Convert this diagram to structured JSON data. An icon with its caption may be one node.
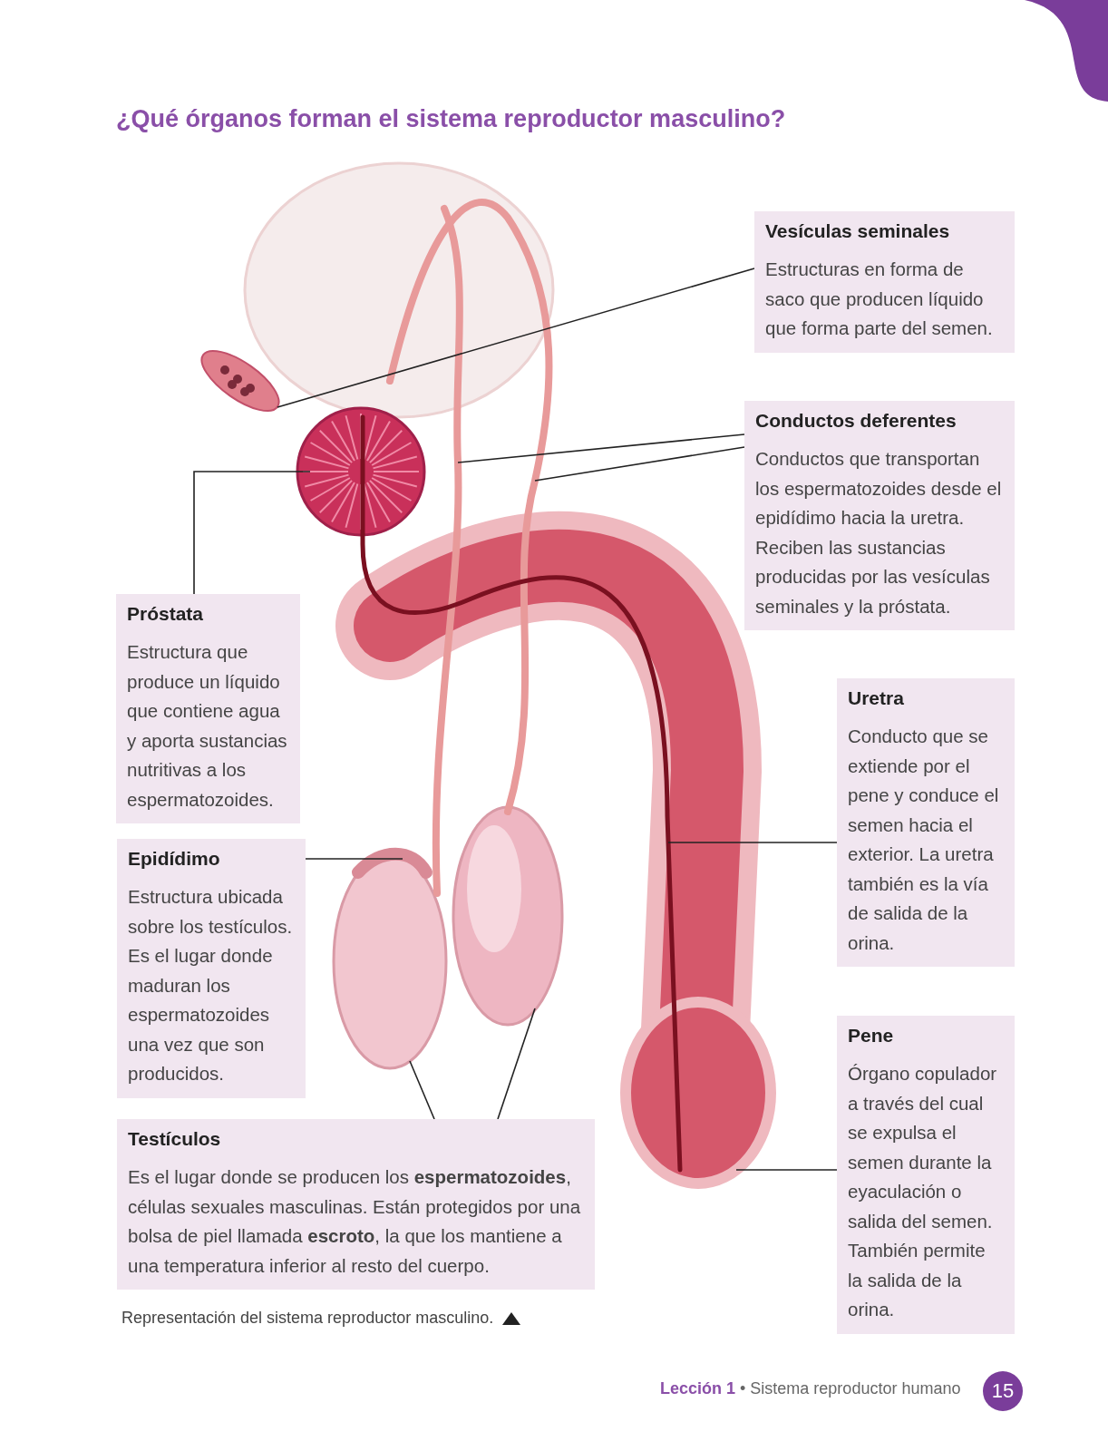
{
  "diagram": {
    "title": "¿Qué órganos forman el sistema reproductor masculino?",
    "caption": "Representación del sistema reproductor masculino.",
    "nodes": [
      {
        "text": [
          "Vesículas seminales",
          "Estructuras en forma de saco que producen líquido que forma parte del semen."
        ]
      },
      {
        "text": [
          "Conductos deferentes",
          "Conductos que transportan los espermatozoides desde el epidídimo hacia la uretra. Reciben las sustancias producidas por las vesículas seminales y la próstata."
        ]
      },
      {
        "text": [
          "Próstata",
          "Estructura que produce un líquido que contiene agua y aporta sustancias nutritivas a los espermatozoides."
        ]
      },
      {
        "text": [
          "Uretra",
          "Conducto que se extiende por el pene y conduce el semen hacia el exterior. La uretra también es la vía de salida de la orina."
        ]
      },
      {
        "text": [
          "Epidídimo",
          "Estructura ubicada sobre los testículos. Es el lugar donde maduran los espermatozoides una vez que son producidos."
        ]
      },
      {
        "text": [
          "Testículos",
          "Es el lugar donde se producen los **espermatozoides**, células sexuales masculinas. Están protegidos por una bolsa de piel llamada **escroto**, la que los mantiene a una temperatura inferior al resto del cuerpo."
        ]
      },
      {
        "text": [
          "Pene",
          "Órgano copulador a través del cual se expulsa el semen durante la eyaculación o salida del semen. También permite la salida de la orina."
        ]
      },
      {
        "text": [],
        "shape": "picture"
      },
      {
        "text": [],
        "shape": "picture"
      },
      {
        "text": [],
        "shape": "picture"
      },
      {
        "text": [],
        "shape": "picture"
      },
      {
        "text": [],
        "shape": "picture"
      },
      {
        "text": [],
        "shape": "picture"
      },
      {
        "text": [],
        "shape": "picture"
      },
      {
        "text": [],
        "shape": "picture"
      },
      {
        "text": [],
        "shape": "picture"
      }
    ],
    "edges": [
      {
        "from": 0,
        "to": 7,
        "arrow": "none"
      },
      {
        "from": 1,
        "to": 8,
        "arrow": "none"
      },
      {
        "from": 1,
        "to": 9,
        "arrow": "none"
      },
      {
        "from": 2,
        "to": 10,
        "arrow": "none"
      },
      {
        "from": 3,
        "to": 11,
        "arrow": "none"
      },
      {
        "from": 4,
        "to": 12,
        "arrow": "none"
      },
      {
        "from": 5,
        "to": 13,
        "arrow": "none"
      },
      {
        "from": 5,
        "to": 14,
        "arrow": "none"
      },
      {
        "from": 6,
        "to": 15,
        "arrow": "none"
      }
    ],
    "labels": [
      "**Lección 1** • Sistema reproductor humano",
      "15"
    ]
  }
}
